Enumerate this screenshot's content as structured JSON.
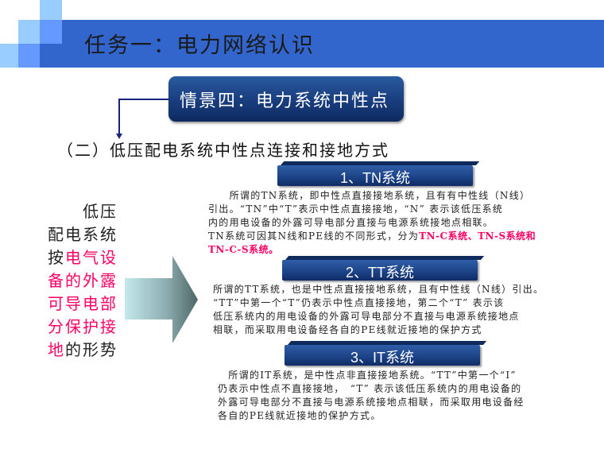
{
  "header": {
    "title": "任务一：电力网络认识",
    "bar_color": "#3366cc",
    "decor_colors": {
      "light": "#99ccff",
      "medium": "#6699ff",
      "dark": "#3366cc"
    }
  },
  "scene": {
    "label": "情景四：电力系统中性点"
  },
  "section": {
    "heading": "（二）低压配电系统中性点连接和接地方式"
  },
  "left_panel": {
    "lines": [
      {
        "normal_pre": "低压",
        "highlight": "",
        "normal_post": ""
      },
      {
        "normal_pre": "配电系统",
        "highlight": "",
        "normal_post": ""
      },
      {
        "normal_pre": "按",
        "highlight": "电气设",
        "normal_post": ""
      },
      {
        "normal_pre": "",
        "highlight": "备的外露",
        "normal_post": ""
      },
      {
        "normal_pre": "",
        "highlight": "可导电部",
        "normal_post": ""
      },
      {
        "normal_pre": "",
        "highlight": "分保护接",
        "normal_post": ""
      },
      {
        "normal_pre": "",
        "highlight": "地",
        "normal_post": "的形势"
      }
    ],
    "highlight_color": "#ff0066"
  },
  "systems": [
    {
      "title": "1、TN系统",
      "lines": [
        "　　所谓的TN系统，即中性点直接接地系统，且有有中性线（N线）",
        "引出。“TN”中“T”表示中性点直接接地，“N” 表示该低压系统",
        "内的用电设备的外露可导电部分直接与电源系统接地点相联。",
        "TN系统可因其N线和PE线的不同形式，分为"
      ],
      "highlight_tail": "TN-C系统、TN-S系统和",
      "highlight_line": "TN-C-S系统。"
    },
    {
      "title": "2、TT系统",
      "lines": [
        "所谓的TT系统，也是中性点直接接地系统，且有中性线（N线）引出。",
        "“TT”中第一个“T”仍表示中性点直接接地，第二个“T” 表示该",
        "低压系统内的用电设备的外露可导电部分不直接与电源系统接地点",
        "相联，而采取用电设备经各自的PE线就近接地的保护方式"
      ]
    },
    {
      "title": "3、IT系统",
      "lines": [
        "　所谓的IT系统，是中性点非直接接地系统。“TT”中第一个“I”",
        "仍表示中性点不直接接地，　“T” 表示该低压系统内的用电设备的",
        "外露可导电部分不直接与电源系统接地点相联，而采取用电设备经",
        "各自的PE线就近接地的保护方式。"
      ]
    }
  ]
}
